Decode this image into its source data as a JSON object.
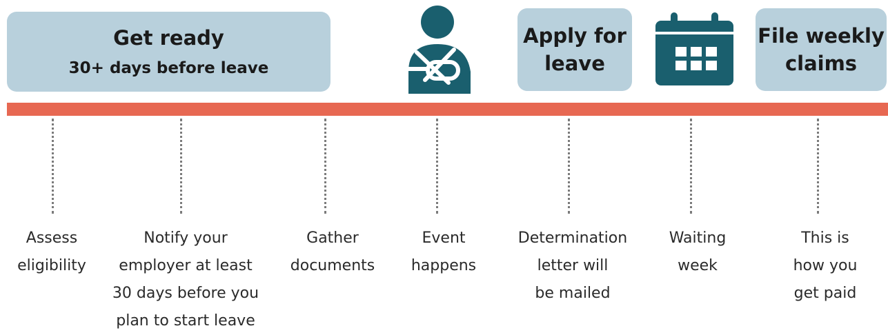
{
  "header": {
    "get_ready_title": "Get ready",
    "get_ready_subtitle": "30+ days before leave",
    "apply_label": "Apply for\nleave",
    "file_label": "File weekly\nclaims"
  },
  "icons": {
    "event": "injured-person-icon",
    "waiting": "calendar-icon"
  },
  "colors": {
    "timeline": "#e76852",
    "box_fill": "#b8d0dc",
    "icon_teal": "#1a5f6e"
  },
  "steps": [
    {
      "label": "Assess\neligibility"
    },
    {
      "label": "Notify your\nemployer at least\n30 days before you\nplan to start leave"
    },
    {
      "label": "Gather\ndocuments"
    },
    {
      "label": "Event\nhappens"
    },
    {
      "label": "Determination\nletter will\nbe mailed"
    },
    {
      "label": "Waiting\nweek"
    },
    {
      "label": "This is\nhow you\nget paid"
    }
  ]
}
